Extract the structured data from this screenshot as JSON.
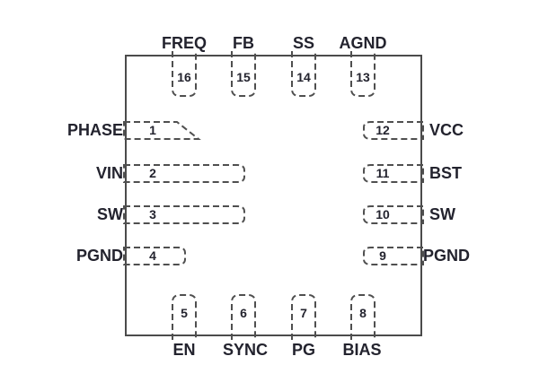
{
  "chip": {
    "colors": {
      "text": "#23232e",
      "outline": "#4b4b4b",
      "pin_dash": "#4f4f4f",
      "background": "#ffffff"
    },
    "pins": {
      "top": [
        {
          "number": "16",
          "label": "FREQ"
        },
        {
          "number": "15",
          "label": "FB"
        },
        {
          "number": "14",
          "label": "SS"
        },
        {
          "number": "13",
          "label": "AGND"
        }
      ],
      "left": [
        {
          "number": "1",
          "label": "PHASE"
        },
        {
          "number": "2",
          "label": "VIN"
        },
        {
          "number": "3",
          "label": "SW"
        },
        {
          "number": "4",
          "label": "PGND"
        }
      ],
      "right": [
        {
          "number": "12",
          "label": "VCC"
        },
        {
          "number": "11",
          "label": "BST"
        },
        {
          "number": "10",
          "label": "SW"
        },
        {
          "number": "9",
          "label": "PGND"
        }
      ],
      "bottom": [
        {
          "number": "5",
          "label": "EN"
        },
        {
          "number": "6",
          "label": "SYNC"
        },
        {
          "number": "7",
          "label": "PG"
        },
        {
          "number": "8",
          "label": "BIAS"
        }
      ]
    }
  }
}
